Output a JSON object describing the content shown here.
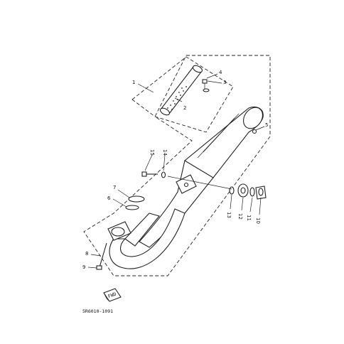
{
  "callouts": [
    {
      "id": "1",
      "label": "1"
    },
    {
      "id": "2",
      "label": "2"
    },
    {
      "id": "3",
      "label": "3"
    },
    {
      "id": "4",
      "label": "4"
    },
    {
      "id": "5",
      "label": "5"
    },
    {
      "id": "6",
      "label": "6"
    },
    {
      "id": "7",
      "label": "7"
    },
    {
      "id": "8",
      "label": "8"
    },
    {
      "id": "9",
      "label": "9"
    },
    {
      "id": "10",
      "label": "10"
    },
    {
      "id": "11",
      "label": "11"
    },
    {
      "id": "12",
      "label": "12"
    },
    {
      "id": "13",
      "label": "13"
    },
    {
      "id": "14",
      "label": "14"
    },
    {
      "id": "15",
      "label": "15"
    }
  ],
  "drawing_code": "5R6010-1091",
  "front_marker": "FWD",
  "colors": {
    "ink": "#222222",
    "background": "#ffffff"
  }
}
